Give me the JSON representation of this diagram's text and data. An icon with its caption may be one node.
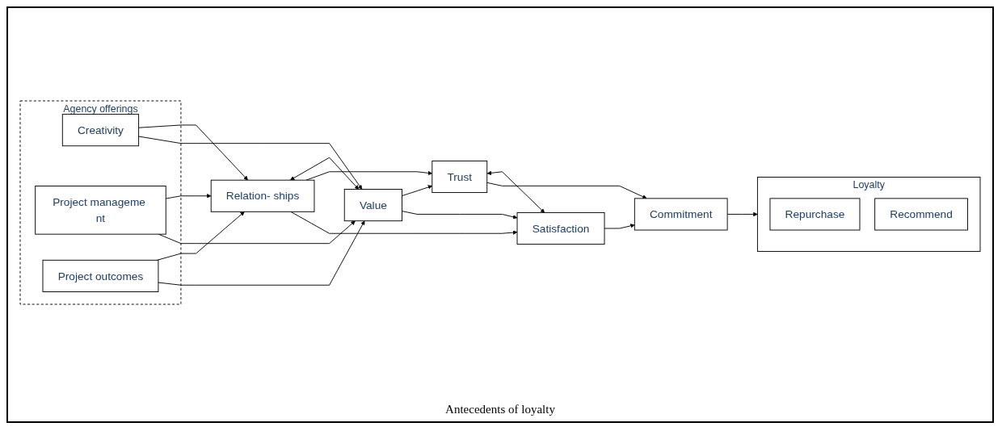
{
  "diagram": {
    "nodes": [
      {
        "text": [
          "Agency offerings"
        ]
      },
      {
        "text": [
          "Creativity"
        ],
        "in": 0
      },
      {
        "text": [
          "Project manageme nt"
        ],
        "in": 0
      },
      {
        "text": [
          "Project outcomes"
        ],
        "in": 0
      },
      {
        "text": [
          "Relation- ships"
        ]
      },
      {
        "text": [
          "Value"
        ]
      },
      {
        "text": [
          "Trust"
        ]
      },
      {
        "text": [
          "Satisfaction"
        ]
      },
      {
        "text": [
          "Commitment"
        ]
      },
      {
        "text": [
          "Loyalty"
        ]
      },
      {
        "text": [
          "Repurchase"
        ],
        "in": 9
      },
      {
        "text": [
          "Recommend"
        ],
        "in": 9
      }
    ],
    "edges": [
      {
        "from": 1,
        "to": 4,
        "arrow": "to"
      },
      {
        "from": 1,
        "to": 5,
        "arrow": "to"
      },
      {
        "from": 2,
        "to": 4,
        "arrow": "to"
      },
      {
        "from": 2,
        "to": 5,
        "arrow": "to"
      },
      {
        "from": 3,
        "to": 4,
        "arrow": "to"
      },
      {
        "from": 3,
        "to": 5,
        "arrow": "to"
      },
      {
        "from": 4,
        "to": 5,
        "arrow": "both"
      },
      {
        "from": 4,
        "to": 6,
        "arrow": "to"
      },
      {
        "from": 4,
        "to": 7,
        "arrow": "to"
      },
      {
        "from": 5,
        "to": 6,
        "arrow": "to"
      },
      {
        "from": 5,
        "to": 7,
        "arrow": "to"
      },
      {
        "from": 6,
        "to": 7,
        "arrow": "both"
      },
      {
        "from": 6,
        "to": 8,
        "arrow": "to"
      },
      {
        "from": 7,
        "to": 8,
        "arrow": "to"
      },
      {
        "from": 8,
        "to": 9,
        "arrow": "to"
      }
    ],
    "labels": [
      "Antecedents of loyalty"
    ]
  }
}
